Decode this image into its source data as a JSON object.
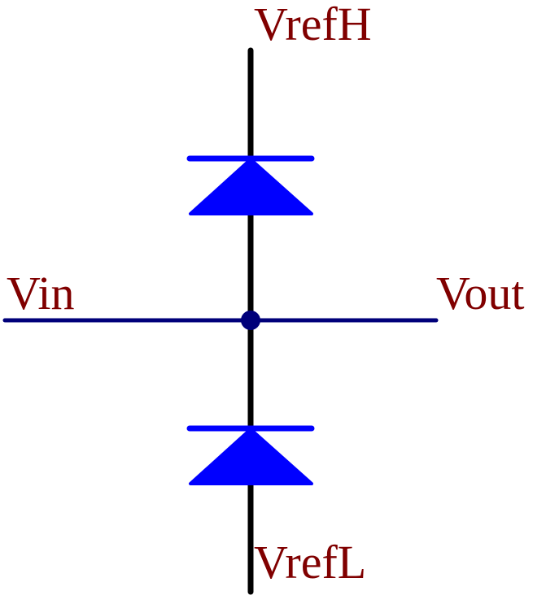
{
  "labels": {
    "top": "VrefH",
    "input": "Vin",
    "output": "Vout",
    "bottom": "VrefL"
  },
  "colors": {
    "label": "#800000",
    "rail": "#000000",
    "signal": "#00007a",
    "diode": "#0000ff",
    "node": "#00007a",
    "background": "#ffffff"
  }
}
